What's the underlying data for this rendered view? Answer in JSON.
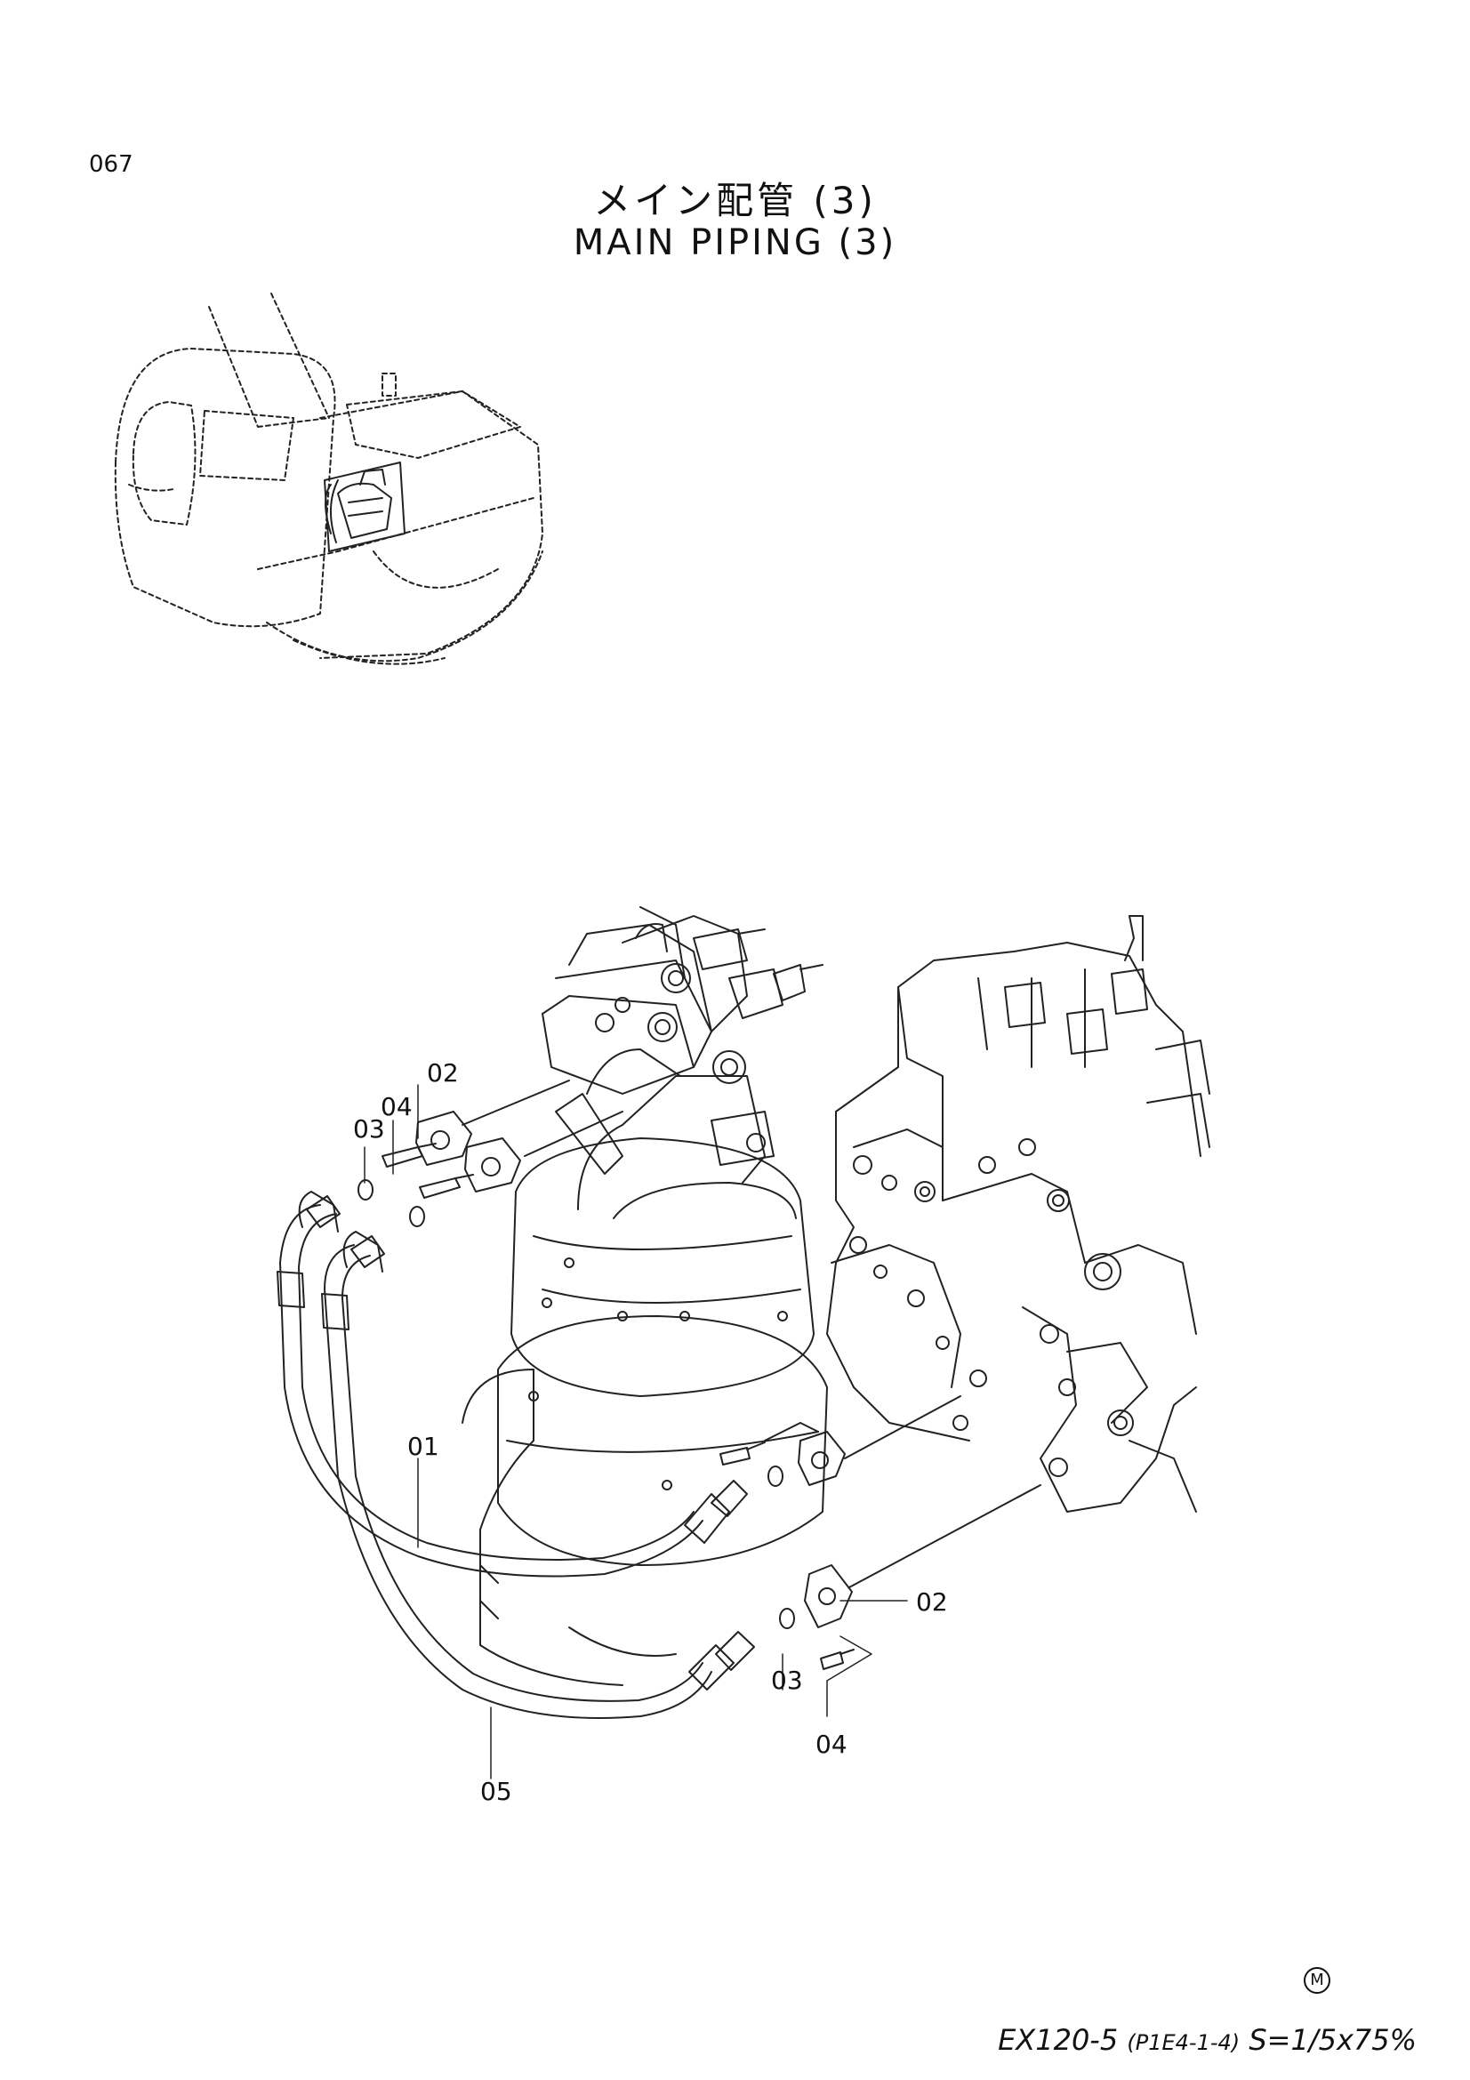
{
  "header": {
    "page_number": "067",
    "title_jp": "メイン配管 (3)",
    "title_en": "MAIN PIPING (3)"
  },
  "callouts": {
    "c01": "01",
    "c02_top": "02",
    "c03_top": "03",
    "c04_top": "04",
    "c02_right": "02",
    "c03_bottom": "03",
    "c04_bottom": "04",
    "c05": "05"
  },
  "footer": {
    "mark": "M",
    "model": "EX120-5",
    "code": "(P1E4-1-4)",
    "scale": "S=1/5x75%"
  }
}
